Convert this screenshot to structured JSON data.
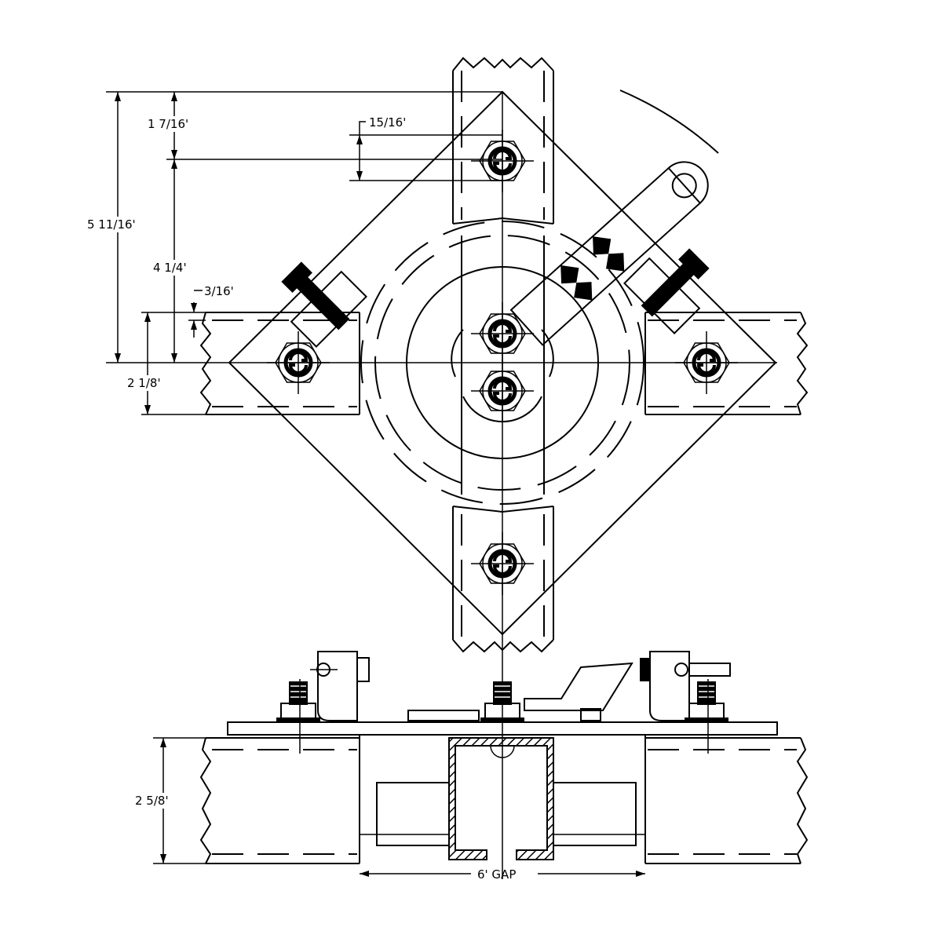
{
  "dimensions": {
    "top_offset": "1 7/16'",
    "bolt_spacing": "15/16'",
    "overall_height": "5 11/16'",
    "center_to_bolt": "4 1/4'",
    "strut_inset": "3/16'",
    "strut_width": "2 1/8'",
    "strut_height": "2 5/8'",
    "gap": "6' GAP"
  }
}
